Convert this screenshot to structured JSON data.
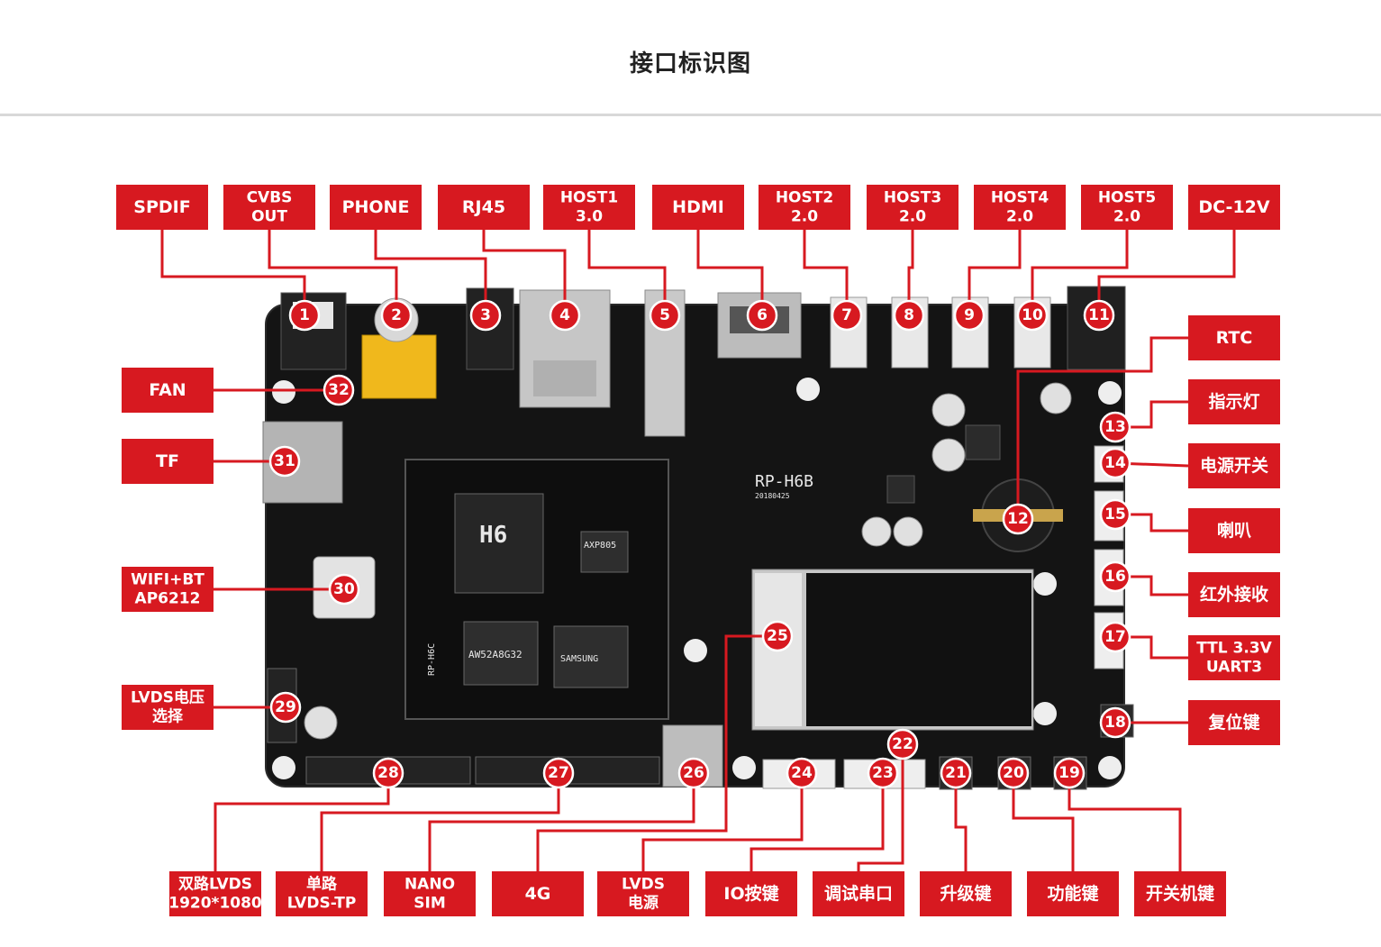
{
  "page": {
    "title": "接口标识图"
  },
  "board": {
    "model": "RP-H6B",
    "date": "20180425",
    "soc": "H6",
    "pmic": "AXP805",
    "emmc": "AW52A8G32",
    "dram": "SAMSUNG",
    "module": "RP-H6C"
  },
  "colors": {
    "accent": "#d71920",
    "board": "#141414",
    "text": "#ffffff"
  },
  "labels": [
    {
      "n": "1",
      "lines": [
        "SPDIF"
      ]
    },
    {
      "n": "2",
      "lines": [
        "CVBS",
        "OUT"
      ]
    },
    {
      "n": "3",
      "lines": [
        "PHONE"
      ]
    },
    {
      "n": "4",
      "lines": [
        "RJ45"
      ]
    },
    {
      "n": "5",
      "lines": [
        "HOST1",
        "3.0"
      ]
    },
    {
      "n": "6",
      "lines": [
        "HDMI"
      ]
    },
    {
      "n": "7",
      "lines": [
        "HOST2",
        "2.0"
      ]
    },
    {
      "n": "8",
      "lines": [
        "HOST3",
        "2.0"
      ]
    },
    {
      "n": "9",
      "lines": [
        "HOST4",
        "2.0"
      ]
    },
    {
      "n": "10",
      "lines": [
        "HOST5",
        "2.0"
      ]
    },
    {
      "n": "11",
      "lines": [
        "DC-12V"
      ]
    },
    {
      "n": "12",
      "lines": [
        "RTC"
      ]
    },
    {
      "n": "13",
      "lines": [
        "指示灯"
      ]
    },
    {
      "n": "14",
      "lines": [
        "电源开关"
      ]
    },
    {
      "n": "15",
      "lines": [
        "喇叭"
      ]
    },
    {
      "n": "16",
      "lines": [
        "红外接收"
      ]
    },
    {
      "n": "17",
      "lines": [
        "TTL 3.3V",
        "UART3"
      ]
    },
    {
      "n": "18",
      "lines": [
        "复位键"
      ]
    },
    {
      "n": "19",
      "lines": [
        "开关机键"
      ]
    },
    {
      "n": "20",
      "lines": [
        "功能键"
      ]
    },
    {
      "n": "21",
      "lines": [
        "升级键"
      ]
    },
    {
      "n": "22",
      "lines": [
        "调试串口"
      ]
    },
    {
      "n": "23",
      "lines": [
        "IO按键"
      ]
    },
    {
      "n": "24",
      "lines": [
        "LVDS",
        "电源"
      ]
    },
    {
      "n": "25",
      "lines": [
        "4G"
      ]
    },
    {
      "n": "26",
      "lines": [
        "NANO",
        "SIM"
      ]
    },
    {
      "n": "27",
      "lines": [
        "单路",
        "LVDS-TP"
      ]
    },
    {
      "n": "28",
      "lines": [
        "双路LVDS",
        "1920*1080"
      ]
    },
    {
      "n": "29",
      "lines": [
        "LVDS电压",
        "选择"
      ]
    },
    {
      "n": "30",
      "lines": [
        "WIFI+BT",
        "AP6212"
      ]
    },
    {
      "n": "31",
      "lines": [
        "TF"
      ]
    },
    {
      "n": "32",
      "lines": [
        "FAN"
      ]
    }
  ]
}
